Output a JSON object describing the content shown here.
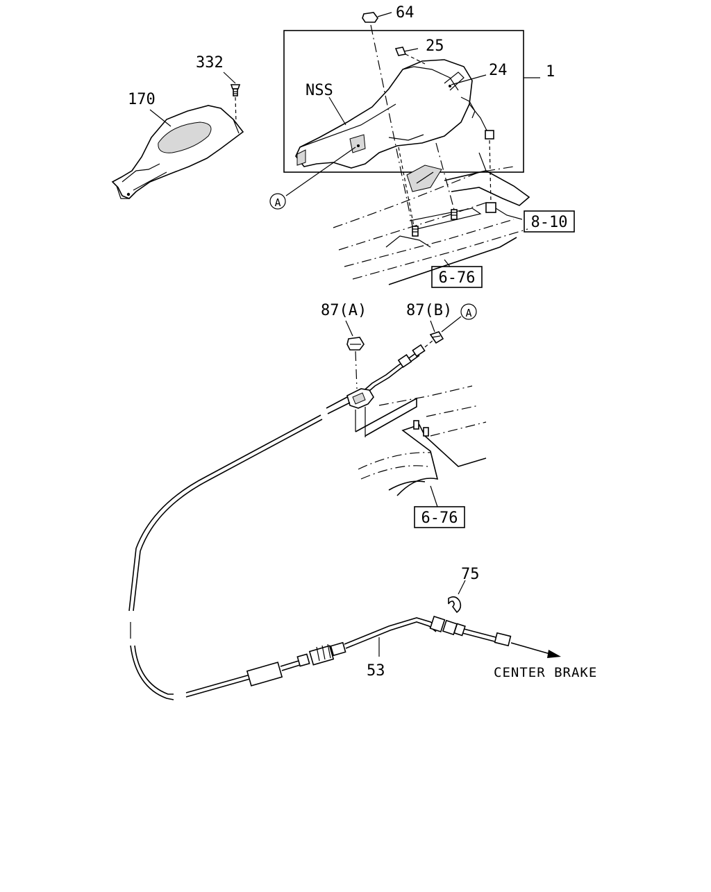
{
  "diagram": {
    "callouts": {
      "c64": "64",
      "c25": "25",
      "c24": "24",
      "c1": "1",
      "c332": "332",
      "c170": "170",
      "nss": "NSS",
      "c87a": "87(A)",
      "c87b": "87(B)",
      "c75": "75",
      "c53": "53"
    },
    "refs": {
      "ref_8_10": "8-10",
      "ref_6_76_top": "6-76",
      "ref_6_76_mid": "6-76"
    },
    "circle_markers": {
      "a_top": "A",
      "a_mid": "A"
    },
    "destination": "CENTER BRAKE"
  }
}
